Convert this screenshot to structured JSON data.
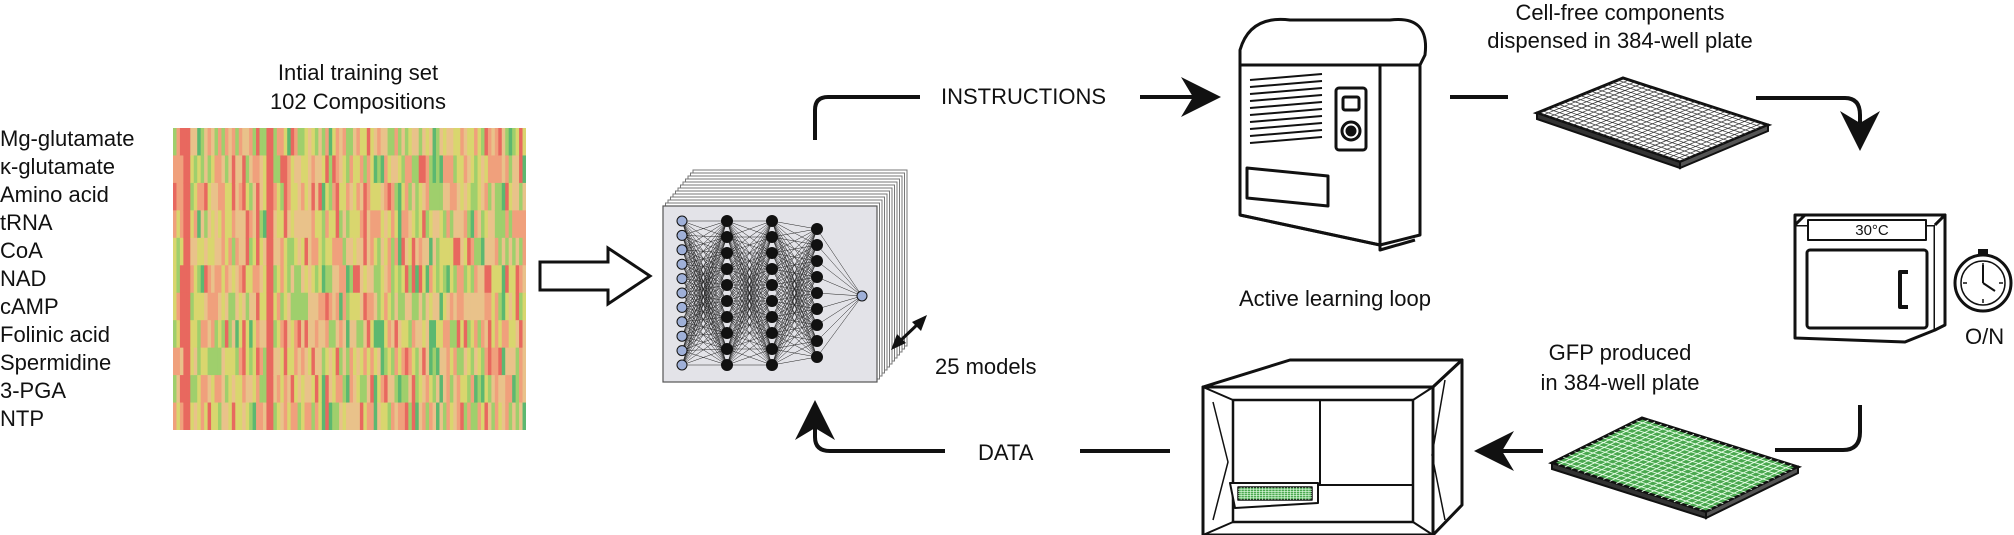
{
  "heatmap": {
    "title_line1": "Intial training set",
    "title_line2": "102 Compositions",
    "reagents": [
      "Mg-glutamate",
      "κ-glutamate",
      "Amino acid",
      "tRNA",
      "CoA",
      "NAD",
      "cAMP",
      "Folinic acid",
      "Spermidine",
      "3-PGA",
      "NTP"
    ],
    "colors": {
      "red": "#e8685f",
      "salmon": "#f0a07c",
      "tan": "#e9c28a",
      "yellow": "#d9d66e",
      "lightgreen": "#9fcf6c",
      "green": "#5cb870"
    }
  },
  "flow": {
    "instructions_label": "INSTRUCTIONS",
    "data_label": "DATA",
    "models_label": "25 models",
    "loop_label": "Active learning loop",
    "dispensed_line1": "Cell-free components",
    "dispensed_line2": "dispensed in 384-well plate",
    "gfp_line1": "GFP produced",
    "gfp_line2": "in 384-well plate",
    "incubator_temp": "30°C",
    "overnight_label": "O/N"
  },
  "icons": {
    "dispenser": "liquid-handler-icon",
    "incubator": "incubator-icon",
    "clock": "clock-icon",
    "reader": "plate-reader-icon",
    "network": "neural-network-icon"
  }
}
